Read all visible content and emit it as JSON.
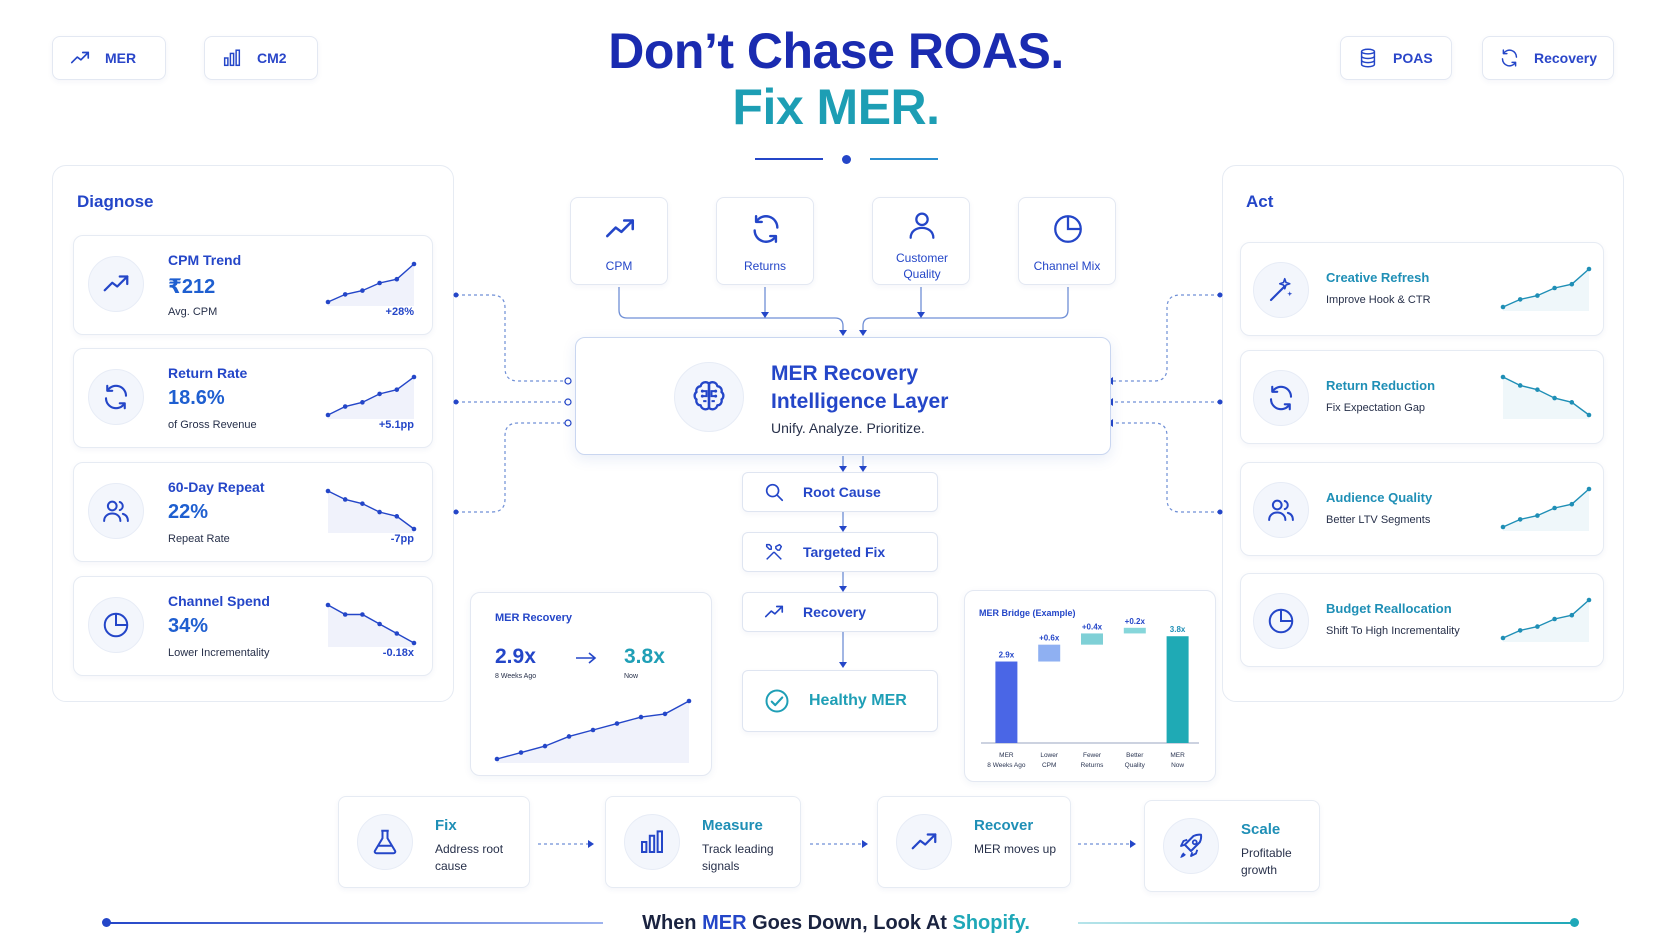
{
  "header": {
    "title_line1": "Don’t Chase ROAS.",
    "title_line2": "Fix MER.",
    "badges_left": [
      {
        "label": "MER",
        "icon": "trend-up-icon"
      },
      {
        "label": "CM2",
        "icon": "bar-chart-icon"
      }
    ],
    "badges_right": [
      {
        "label": "POAS",
        "icon": "database-icon"
      },
      {
        "label": "Recovery",
        "icon": "refresh-icon"
      }
    ]
  },
  "diagnose": {
    "title": "Diagnose",
    "metrics": [
      {
        "title": "CPM Trend",
        "value": "₹212",
        "sub": "Avg. CPM",
        "delta": "+28%",
        "trend": [
          2,
          4,
          5,
          7,
          8,
          12
        ]
      },
      {
        "title": "Return Rate",
        "value": "18.6%",
        "sub": "of Gross Revenue",
        "delta": "+5.1pp",
        "trend": [
          2,
          4,
          5,
          7,
          8,
          11
        ]
      },
      {
        "title": "60-Day Repeat",
        "value": "22%",
        "sub": "Repeat Rate",
        "delta": "-7pp",
        "trend": [
          11,
          9,
          8,
          6,
          5,
          2
        ]
      },
      {
        "title": "Channel Spend",
        "value": "34%",
        "sub": "Lower Incrementality",
        "delta": "-0.18x",
        "trend": [
          11,
          9,
          9,
          7,
          5,
          3
        ]
      }
    ]
  },
  "act": {
    "title": "Act",
    "actions": [
      {
        "title": "Creative Refresh",
        "sub": "Improve Hook & CTR",
        "trend": [
          2,
          4,
          5,
          7,
          8,
          12
        ]
      },
      {
        "title": "Return Reduction",
        "sub": "Fix Expectation Gap",
        "trend": [
          11,
          9,
          8,
          6,
          5,
          2
        ]
      },
      {
        "title": "Audience Quality",
        "sub": "Better LTV Segments",
        "trend": [
          2,
          4,
          5,
          7,
          8,
          12
        ]
      },
      {
        "title": "Budget Reallocation",
        "sub": "Shift To High Incrementality",
        "trend": [
          2,
          4,
          5,
          7,
          8,
          12
        ]
      }
    ]
  },
  "inputs": [
    {
      "label": "CPM",
      "icon": "trend-up-icon"
    },
    {
      "label": "Returns",
      "icon": "refresh-icon"
    },
    {
      "label": "Customer Quality",
      "icon": "user-icon"
    },
    {
      "label": "Channel Mix",
      "icon": "pie-chart-icon"
    }
  ],
  "core": {
    "title_line1": "MER Recovery",
    "title_line2": "Intelligence Layer",
    "tagline": "Unify. Analyze. Prioritize."
  },
  "steps": [
    {
      "label": "Root Cause",
      "icon": "search-icon"
    },
    {
      "label": "Targeted Fix",
      "icon": "tools-icon"
    },
    {
      "label": "Recovery",
      "icon": "trend-up-icon"
    },
    {
      "label": "Healthy MER",
      "icon": "check-circle-icon"
    }
  ],
  "mer_recovery": {
    "title": "MER Recovery",
    "from_value": "2.9x",
    "from_label": "8 Weeks Ago",
    "to_value": "3.8x",
    "to_label": "Now",
    "trend": [
      2.9,
      3.0,
      3.1,
      3.25,
      3.35,
      3.45,
      3.55,
      3.6,
      3.8
    ]
  },
  "chart_data": {
    "type": "bar",
    "title": "MER Bridge (Example)",
    "subtype": "waterfall",
    "categories": [
      "MER 8 Weeks Ago",
      "Lower CPM",
      "Fewer Returns",
      "Better Quality",
      "MER Now"
    ],
    "category_lines": [
      [
        "MER",
        "8 Weeks Ago"
      ],
      [
        "Lower",
        "CPM"
      ],
      [
        "Fewer",
        "Returns"
      ],
      [
        "Better",
        "Quality"
      ],
      [
        "MER",
        "Now"
      ]
    ],
    "values": [
      2.9,
      0.6,
      0.4,
      0.2,
      3.8
    ],
    "labels": [
      "2.9x",
      "+0.6x",
      "+0.4x",
      "+0.2x",
      "3.8x"
    ],
    "ylim": [
      0,
      4.2
    ],
    "colors": [
      "#4a66e6",
      "#8fb0f2",
      "#7fd0d6",
      "#86d6da",
      "#1faab5"
    ]
  },
  "loop": [
    {
      "title": "Fix",
      "sub": "Address root cause",
      "icon": "flask-icon"
    },
    {
      "title": "Measure",
      "sub": "Track leading signals",
      "icon": "bar-chart-icon"
    },
    {
      "title": "Recover",
      "sub": "MER moves up",
      "icon": "trend-up-icon"
    },
    {
      "title": "Scale",
      "sub": "Profitable growth",
      "icon": "rocket-icon"
    }
  ],
  "footer": {
    "part1": "When ",
    "highlight1": "MER",
    "part2": " Goes Down, Look At ",
    "highlight2": "Shopify."
  }
}
